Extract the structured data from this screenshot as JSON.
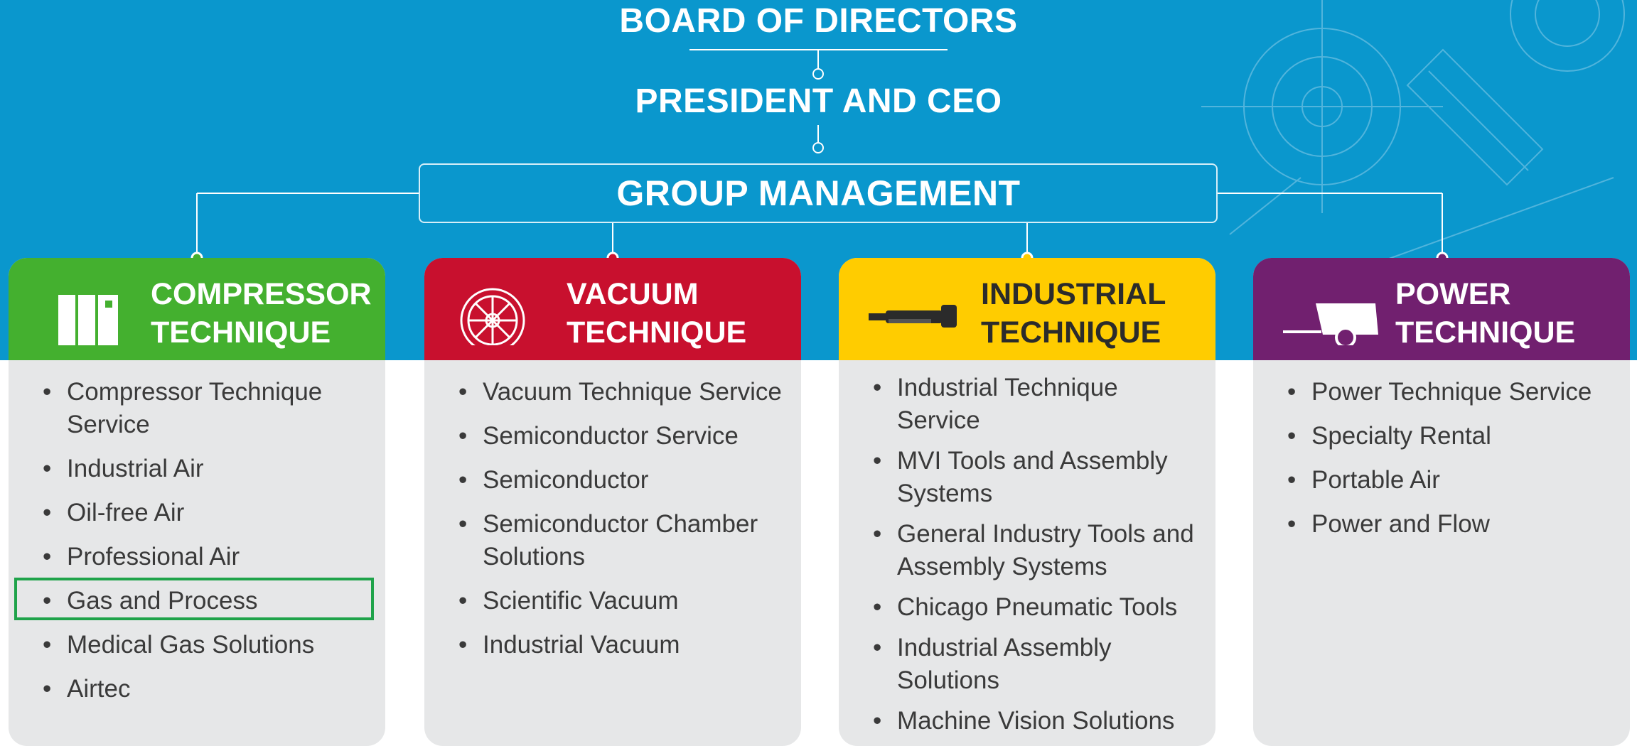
{
  "hierarchy": {
    "board": "BOARD OF DIRECTORS",
    "ceo": "PRESIDENT AND CEO",
    "group_management": "GROUP MANAGEMENT"
  },
  "divisions": [
    {
      "title_lines": [
        "COMPRESSOR",
        "TECHNIQUE"
      ],
      "icon": "compressor-icon",
      "color": "#44b02f",
      "items": [
        "Compressor Technique Service",
        "Industrial Air",
        "Oil-free Air",
        "Professional Air",
        "Gas and Process",
        "Medical Gas Solutions",
        "Airtec"
      ],
      "highlighted_item": "Gas and Process"
    },
    {
      "title_lines": [
        "VACUUM",
        "TECHNIQUE"
      ],
      "icon": "vacuum-pump-wheel-icon",
      "color": "#c8102e",
      "items": [
        "Vacuum Technique Service",
        "Semiconductor Service",
        "Semiconductor",
        "Semiconductor Chamber Solutions",
        "Scientific Vacuum",
        "Industrial Vacuum"
      ]
    },
    {
      "title_lines": [
        "INDUSTRIAL",
        "TECHNIQUE"
      ],
      "icon": "power-tool-icon",
      "color": "#ffcc00",
      "items": [
        "Industrial Technique Service",
        "MVI Tools and Assembly Systems",
        "General Industry Tools and Assembly Systems",
        "Chicago Pneumatic Tools",
        "Industrial Assembly Solutions",
        "Machine Vision Solutions"
      ]
    },
    {
      "title_lines": [
        "POWER",
        "TECHNIQUE"
      ],
      "icon": "portable-compressor-trailer-icon",
      "color": "#71206f",
      "items": [
        "Power Technique Service",
        "Specialty Rental",
        "Portable Air",
        "Power and Flow"
      ]
    }
  ],
  "colors": {
    "background_band": "#0a97cd",
    "card_body": "#e6e7e8",
    "highlight_border": "#1fa34a"
  }
}
